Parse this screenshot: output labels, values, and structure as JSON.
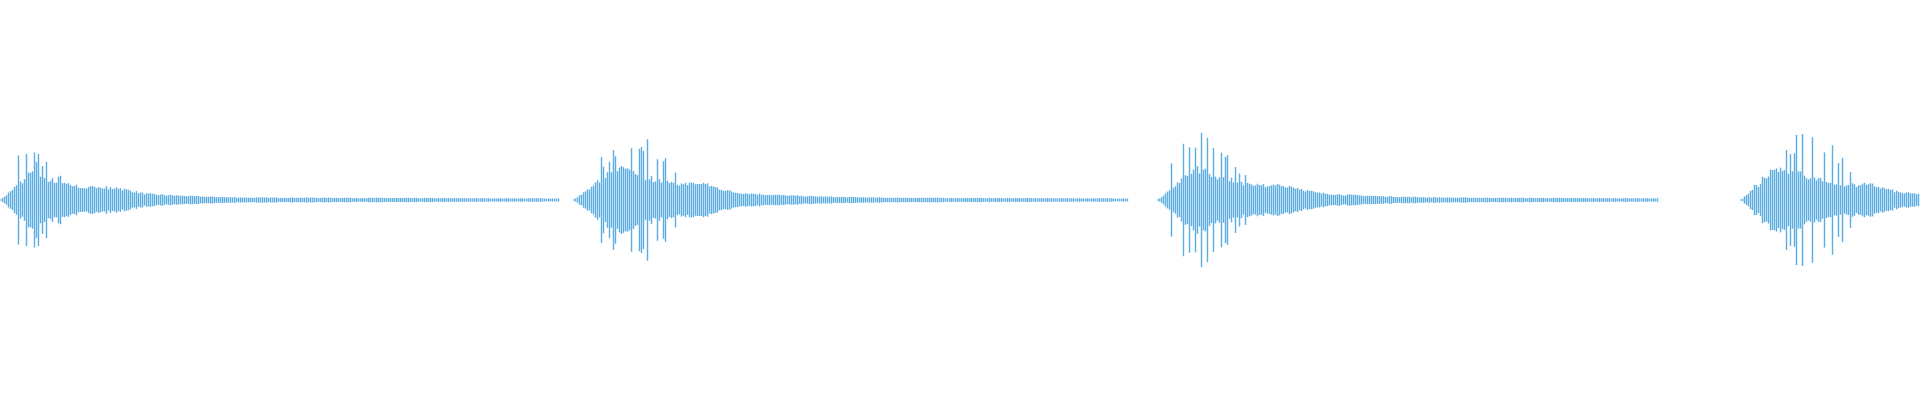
{
  "waveform": {
    "color": "#5dade2",
    "background": "#ffffff",
    "bursts": [
      {
        "peak_amplitude": 0.55,
        "body_amplitude": 0.3
      },
      {
        "peak_amplitude": 0.72,
        "body_amplitude": 0.38
      },
      {
        "peak_amplitude": 0.68,
        "body_amplitude": 0.36
      },
      {
        "peak_amplitude": 0.74,
        "body_amplitude": 0.38
      }
    ]
  }
}
